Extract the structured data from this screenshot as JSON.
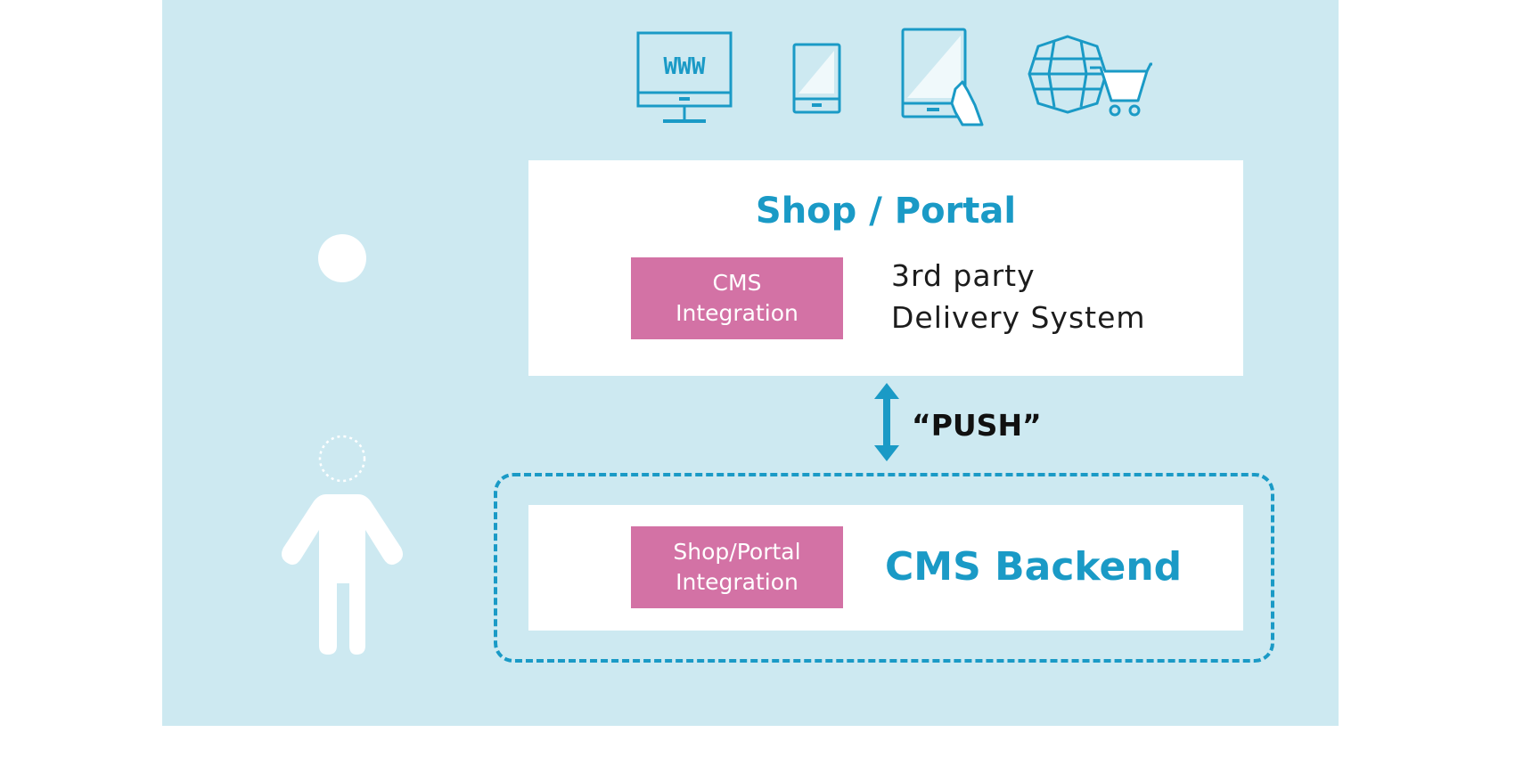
{
  "devices": {
    "monitor_text": "WWW",
    "icons": [
      "desktop-monitor-icon",
      "smartphone-icon",
      "tablet-hand-icon",
      "globe-cart-icon"
    ]
  },
  "shop_portal": {
    "title": "Shop / Portal",
    "integration_line1": "CMS",
    "integration_line2": "Integration",
    "third_party_line1": "3rd party",
    "third_party_line2": "Delivery System"
  },
  "connector": {
    "label": "“PUSH”"
  },
  "cms_backend": {
    "title": "CMS Backend",
    "integration_line1": "Shop/Portal",
    "integration_line2": "Integration"
  },
  "colors": {
    "background_panel": "#cde9f1",
    "accent_blue": "#1a9ac6",
    "pink": "#d372a5",
    "white": "#ffffff"
  }
}
